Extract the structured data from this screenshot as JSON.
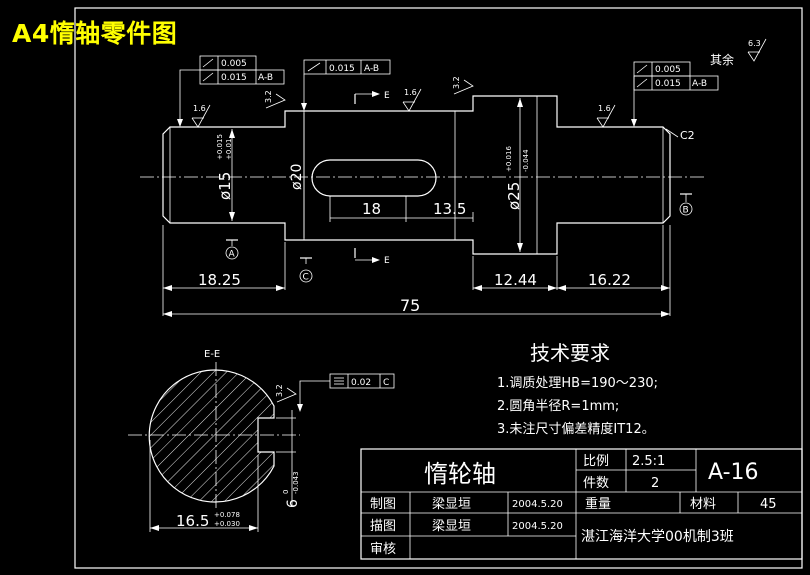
{
  "header": {
    "title": "A4惰轴零件图"
  },
  "roughness": {
    "rest_label": "其余",
    "rest_value": "6.3",
    "r16": "1.6",
    "r32": "3.2"
  },
  "tolerance_frames": {
    "left_1": [
      "0.005"
    ],
    "left_2": [
      "0.015",
      "A-B"
    ],
    "center": [
      "0.015",
      "A-B"
    ],
    "right_1": [
      "0.005"
    ],
    "right_2": [
      "0.015",
      "A-B"
    ],
    "section": [
      "0.02",
      "C"
    ]
  },
  "datums": {
    "a": "A",
    "b": "B",
    "c": "C"
  },
  "section_marks": {
    "e": "E",
    "title": "E-E"
  },
  "dims": {
    "d15": "ø15",
    "d15_upper": "+0.015",
    "d15_lower": "+0.01",
    "d20": "ø20",
    "d25": "ø25",
    "d25_upper": "+0.016",
    "d25_lower": "-0.044",
    "len_18": "18",
    "len_13_5": "13.5",
    "len_18_25": "18.25",
    "len_12_44": "12.44",
    "len_16_22": "16.22",
    "len_75": "75",
    "chamfer": "C2",
    "sec_16_5": "16.5",
    "sec_16_5_upper": "+0.078",
    "sec_16_5_lower": "+0.030",
    "sec_6": "6",
    "sec_6_upper": "0",
    "sec_6_lower": "-0.043"
  },
  "tech": {
    "title": "技术要求",
    "items": [
      "1.调质处理HB=190～230;",
      "2.圆角半径R=1mm;",
      "3.未注尺寸偏差精度IT12。"
    ]
  },
  "title_block": {
    "part_name": "惰轮轴",
    "scale_label": "比例",
    "scale_value": "2.5:1",
    "qty_label": "件数",
    "qty_value": "2",
    "drawing_no": "A-16",
    "weight_label": "重量",
    "material_label": "材料",
    "material_value": "45",
    "drawn_label": "制图",
    "drawn_name": "梁显垣",
    "drawn_date": "2004.5.20",
    "traced_label": "描图",
    "traced_name": "梁显垣",
    "traced_date": "2004.5.20",
    "review_label": "审核",
    "school": "湛江海洋大学00机制3班"
  }
}
